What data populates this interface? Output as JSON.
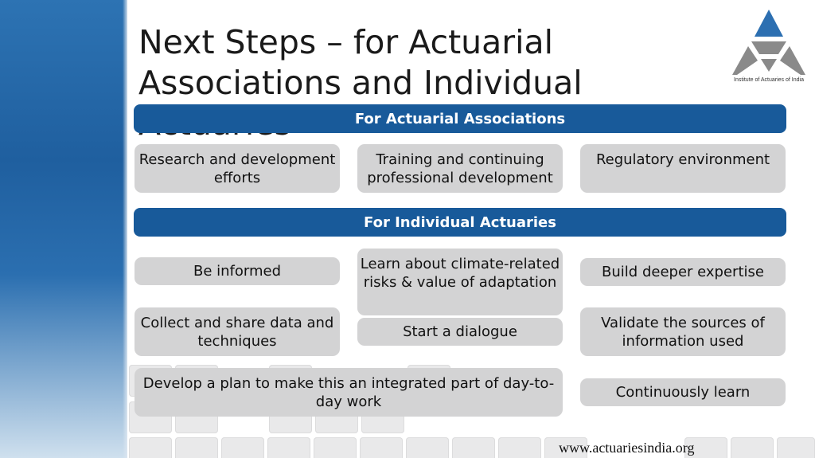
{
  "title": "Next Steps – for Actuarial Associations and Individual Actuaries",
  "logo": {
    "caption": "Institute of Actuaries of India",
    "icon": "iai-triangle-logo",
    "colors": [
      "#2c6fb1",
      "#8a8a8a"
    ]
  },
  "sections": {
    "associations": {
      "heading": "For Actuarial Associations",
      "items": [
        "Research and development efforts",
        "Training and continuing professional development",
        "Regulatory environment"
      ]
    },
    "individuals": {
      "heading": "For Individual Actuaries",
      "items": [
        "Be informed",
        "Learn about climate-related risks & value of adaptation",
        "Build deeper expertise",
        "Collect and share data and techniques",
        "Start a dialogue",
        "Validate the sources of information used",
        "Develop a plan to make this an integrated part of day-to-day work",
        "Continuously learn"
      ]
    }
  },
  "footer": {
    "url": "www.actuariesindia.org"
  },
  "colors": {
    "header_bar": "#185a9a",
    "box": "#d3d3d4",
    "left_band": "#2d73b3"
  }
}
